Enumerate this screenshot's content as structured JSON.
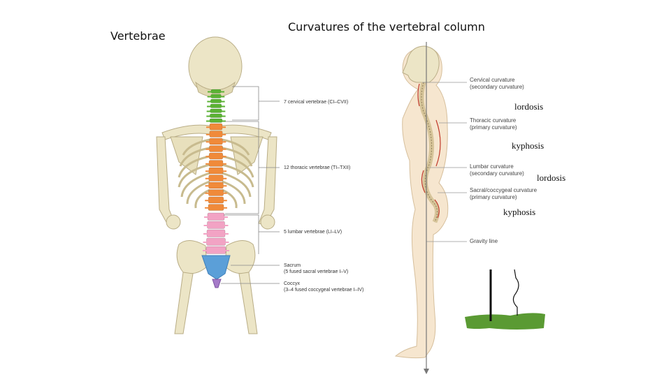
{
  "titles": {
    "left": "Vertebrae",
    "right": "Curvatures of the vertebral column"
  },
  "vertebra_labels": [
    {
      "text": "7 cervical vertebrae (CI–CVII)"
    },
    {
      "text": "12 thoracic vertebrae (TI–TXII)"
    },
    {
      "text": "5 lumbar vertebrae (LI–LV)"
    },
    {
      "text": "Sacrum",
      "sub": "(5 fused sacral vertebrae I–V)"
    },
    {
      "text": "Coccyx",
      "sub": "(3–4 fused coccygeal vertebrae I–IV)"
    }
  ],
  "curvature_labels": [
    {
      "text": "Cervical curvature",
      "sub": "(secondary curvature)"
    },
    {
      "text": "Thoracic curvature",
      "sub": "(primary curvature)"
    },
    {
      "text": "Lumbar curvature",
      "sub": "(secondary curvature)"
    },
    {
      "text": "Sacral/coccygeal curvature",
      "sub": "(primary curvature)"
    },
    {
      "text": "Gravity line"
    }
  ],
  "curvature_types": [
    {
      "text": "lordosis"
    },
    {
      "text": "kyphosis"
    },
    {
      "text": "lordosis"
    },
    {
      "text": "kyphosis"
    }
  ],
  "colors": {
    "cervical": "#5bb234",
    "thoracic": "#f08a3a",
    "lumbar": "#f2a3c4",
    "sacrum": "#5b9fd8",
    "coccyx": "#a57ac8",
    "bone": "#ece5c6",
    "skin": "#f6e6cf",
    "grass": "#5a9a33"
  }
}
